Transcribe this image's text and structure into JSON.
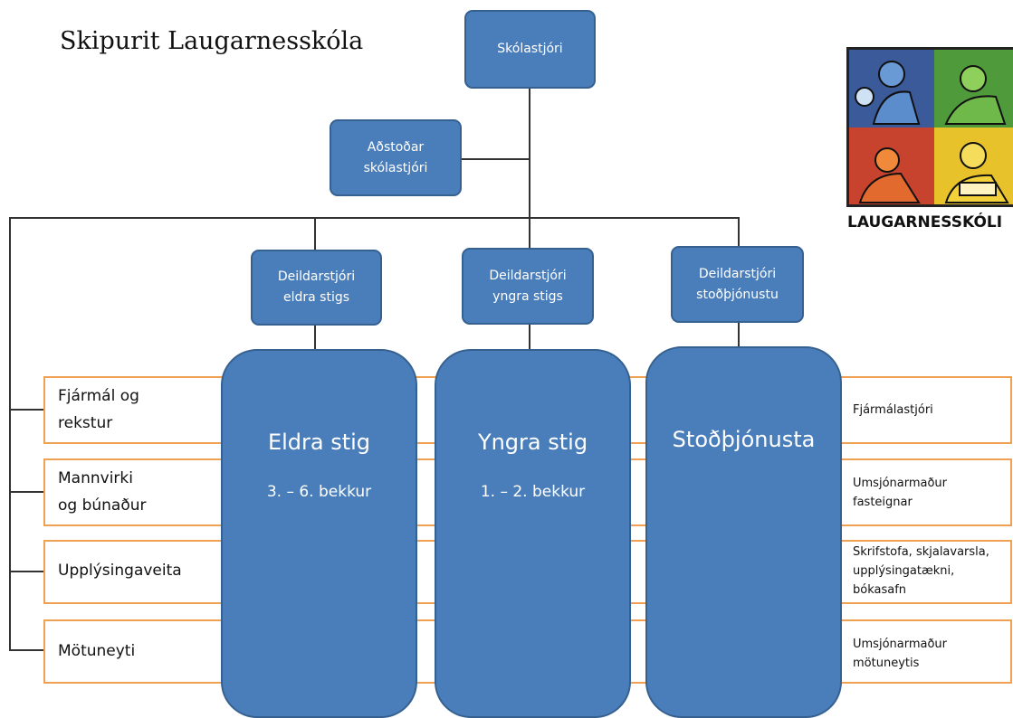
{
  "title": "Skipurit Laugarnesskóla",
  "logo_text": "LAUGARNESSKÓLI",
  "boxes": {
    "principal": [
      "Skólastjóri"
    ],
    "assistant": [
      "Aðstoðar",
      "skólastjóri"
    ],
    "head_older": [
      "Deildarstjóri",
      "eldra stigs"
    ],
    "head_younger": [
      "Deildarstjóri",
      "yngra stigs"
    ],
    "head_support": [
      "Deildarstjóri",
      "stoðþjónustu"
    ]
  },
  "divisions": [
    {
      "name": "Eldra stig",
      "sub": "3. – 6. bekkur"
    },
    {
      "name": "Yngra stig",
      "sub": "1. – 2. bekkur"
    },
    {
      "name": "Stoðþjónusta",
      "sub": ""
    }
  ],
  "services": [
    {
      "left": [
        "Fjármál og",
        "rekstur"
      ],
      "right": [
        "Fjármálastjóri"
      ]
    },
    {
      "left": [
        "Mannvirki",
        "og búnaður"
      ],
      "right": [
        "Umsjónarmaður",
        "fasteignar"
      ]
    },
    {
      "left": [
        "Upplýsingaveita"
      ],
      "right": [
        "Skrifstofa, skjalavarsla,",
        "upplýsingatækni,",
        "bókasafn"
      ]
    },
    {
      "left": [
        "Mötuneyti"
      ],
      "right": [
        "Umsjónarmaður",
        "mötuneytis"
      ]
    }
  ],
  "colors": {
    "box_fill": "#4a7ebb",
    "box_border": "#35608f",
    "band_border": "#f0a052",
    "line": "#333333"
  },
  "icons": {
    "logo": "school-logo-four-quadrant-illustration"
  }
}
